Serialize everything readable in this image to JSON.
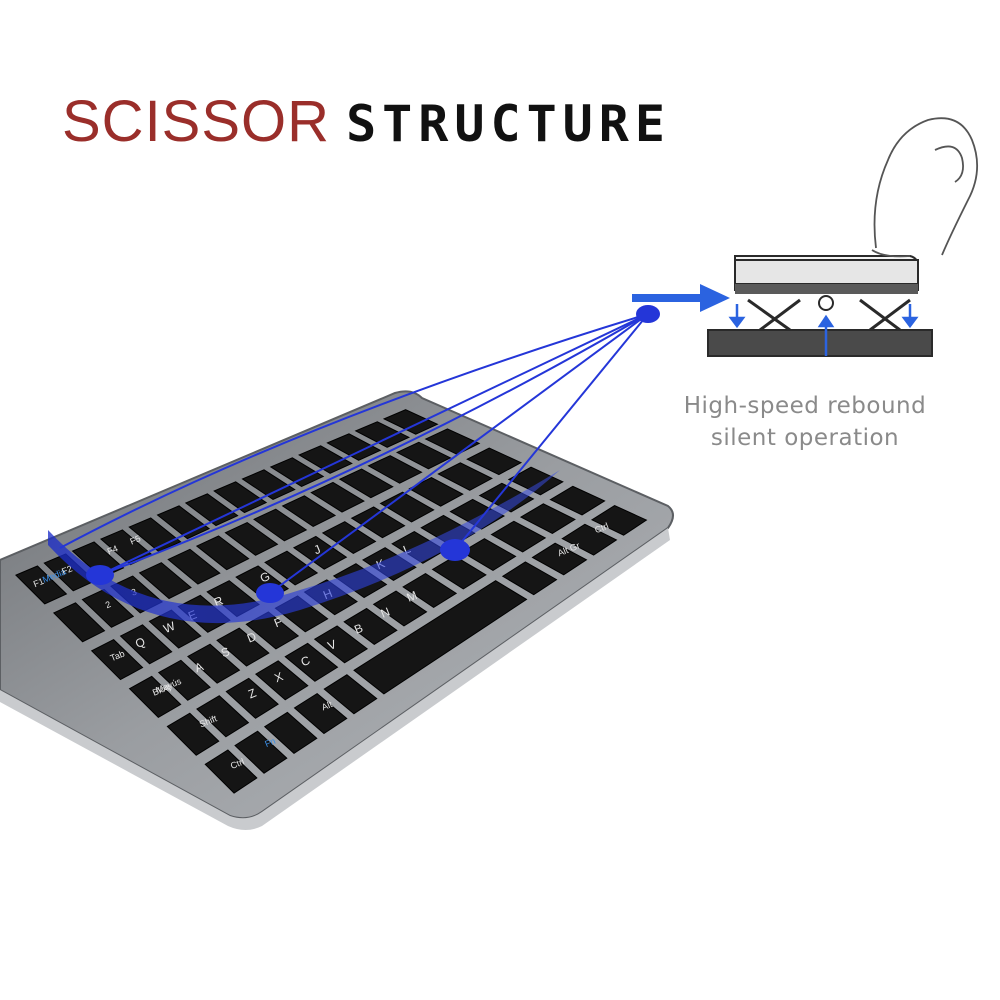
{
  "title": {
    "part1": "SCISSOR",
    "part2": "STRUCTURE",
    "part1_color": "#9a2e2a",
    "part2_color": "#111111"
  },
  "caption": {
    "line1": "High-speed rebound",
    "line2": "silent operation"
  },
  "accent_color": "#2436d8",
  "keyboard": {
    "frame_color": "#8f9296",
    "key_color": "#151515",
    "legend_color": "#e6e6e6",
    "fn_legend_color": "#3a8fe8",
    "keys": {
      "f1": "F1",
      "media": "Media",
      "f2": "F2",
      "f4": "F4",
      "f5": "F5",
      "num2": "2",
      "num3": "3",
      "q": "Q",
      "w": "W",
      "e": "E",
      "r": "R",
      "g": "G",
      "j": "J",
      "a": "A",
      "s": "S",
      "d": "D",
      "f": "F",
      "h": "H",
      "k": "K",
      "l": "L",
      "z": "Z",
      "x": "X",
      "c": "C",
      "v": "V",
      "b": "B",
      "n": "N",
      "m": "M",
      "tab": "Tab",
      "bloq": "Bloq",
      "mayus": "Mayús",
      "shift": "Shift",
      "ctrl": "Ctrl",
      "fn": "Fn",
      "alt": "Alt",
      "altgr": "Alt Gr",
      "ctrl_right": "Ctrl"
    }
  },
  "icons": [
    "pointer-arrow-icon",
    "finger-icon",
    "scissor-mechanism-icon"
  ]
}
